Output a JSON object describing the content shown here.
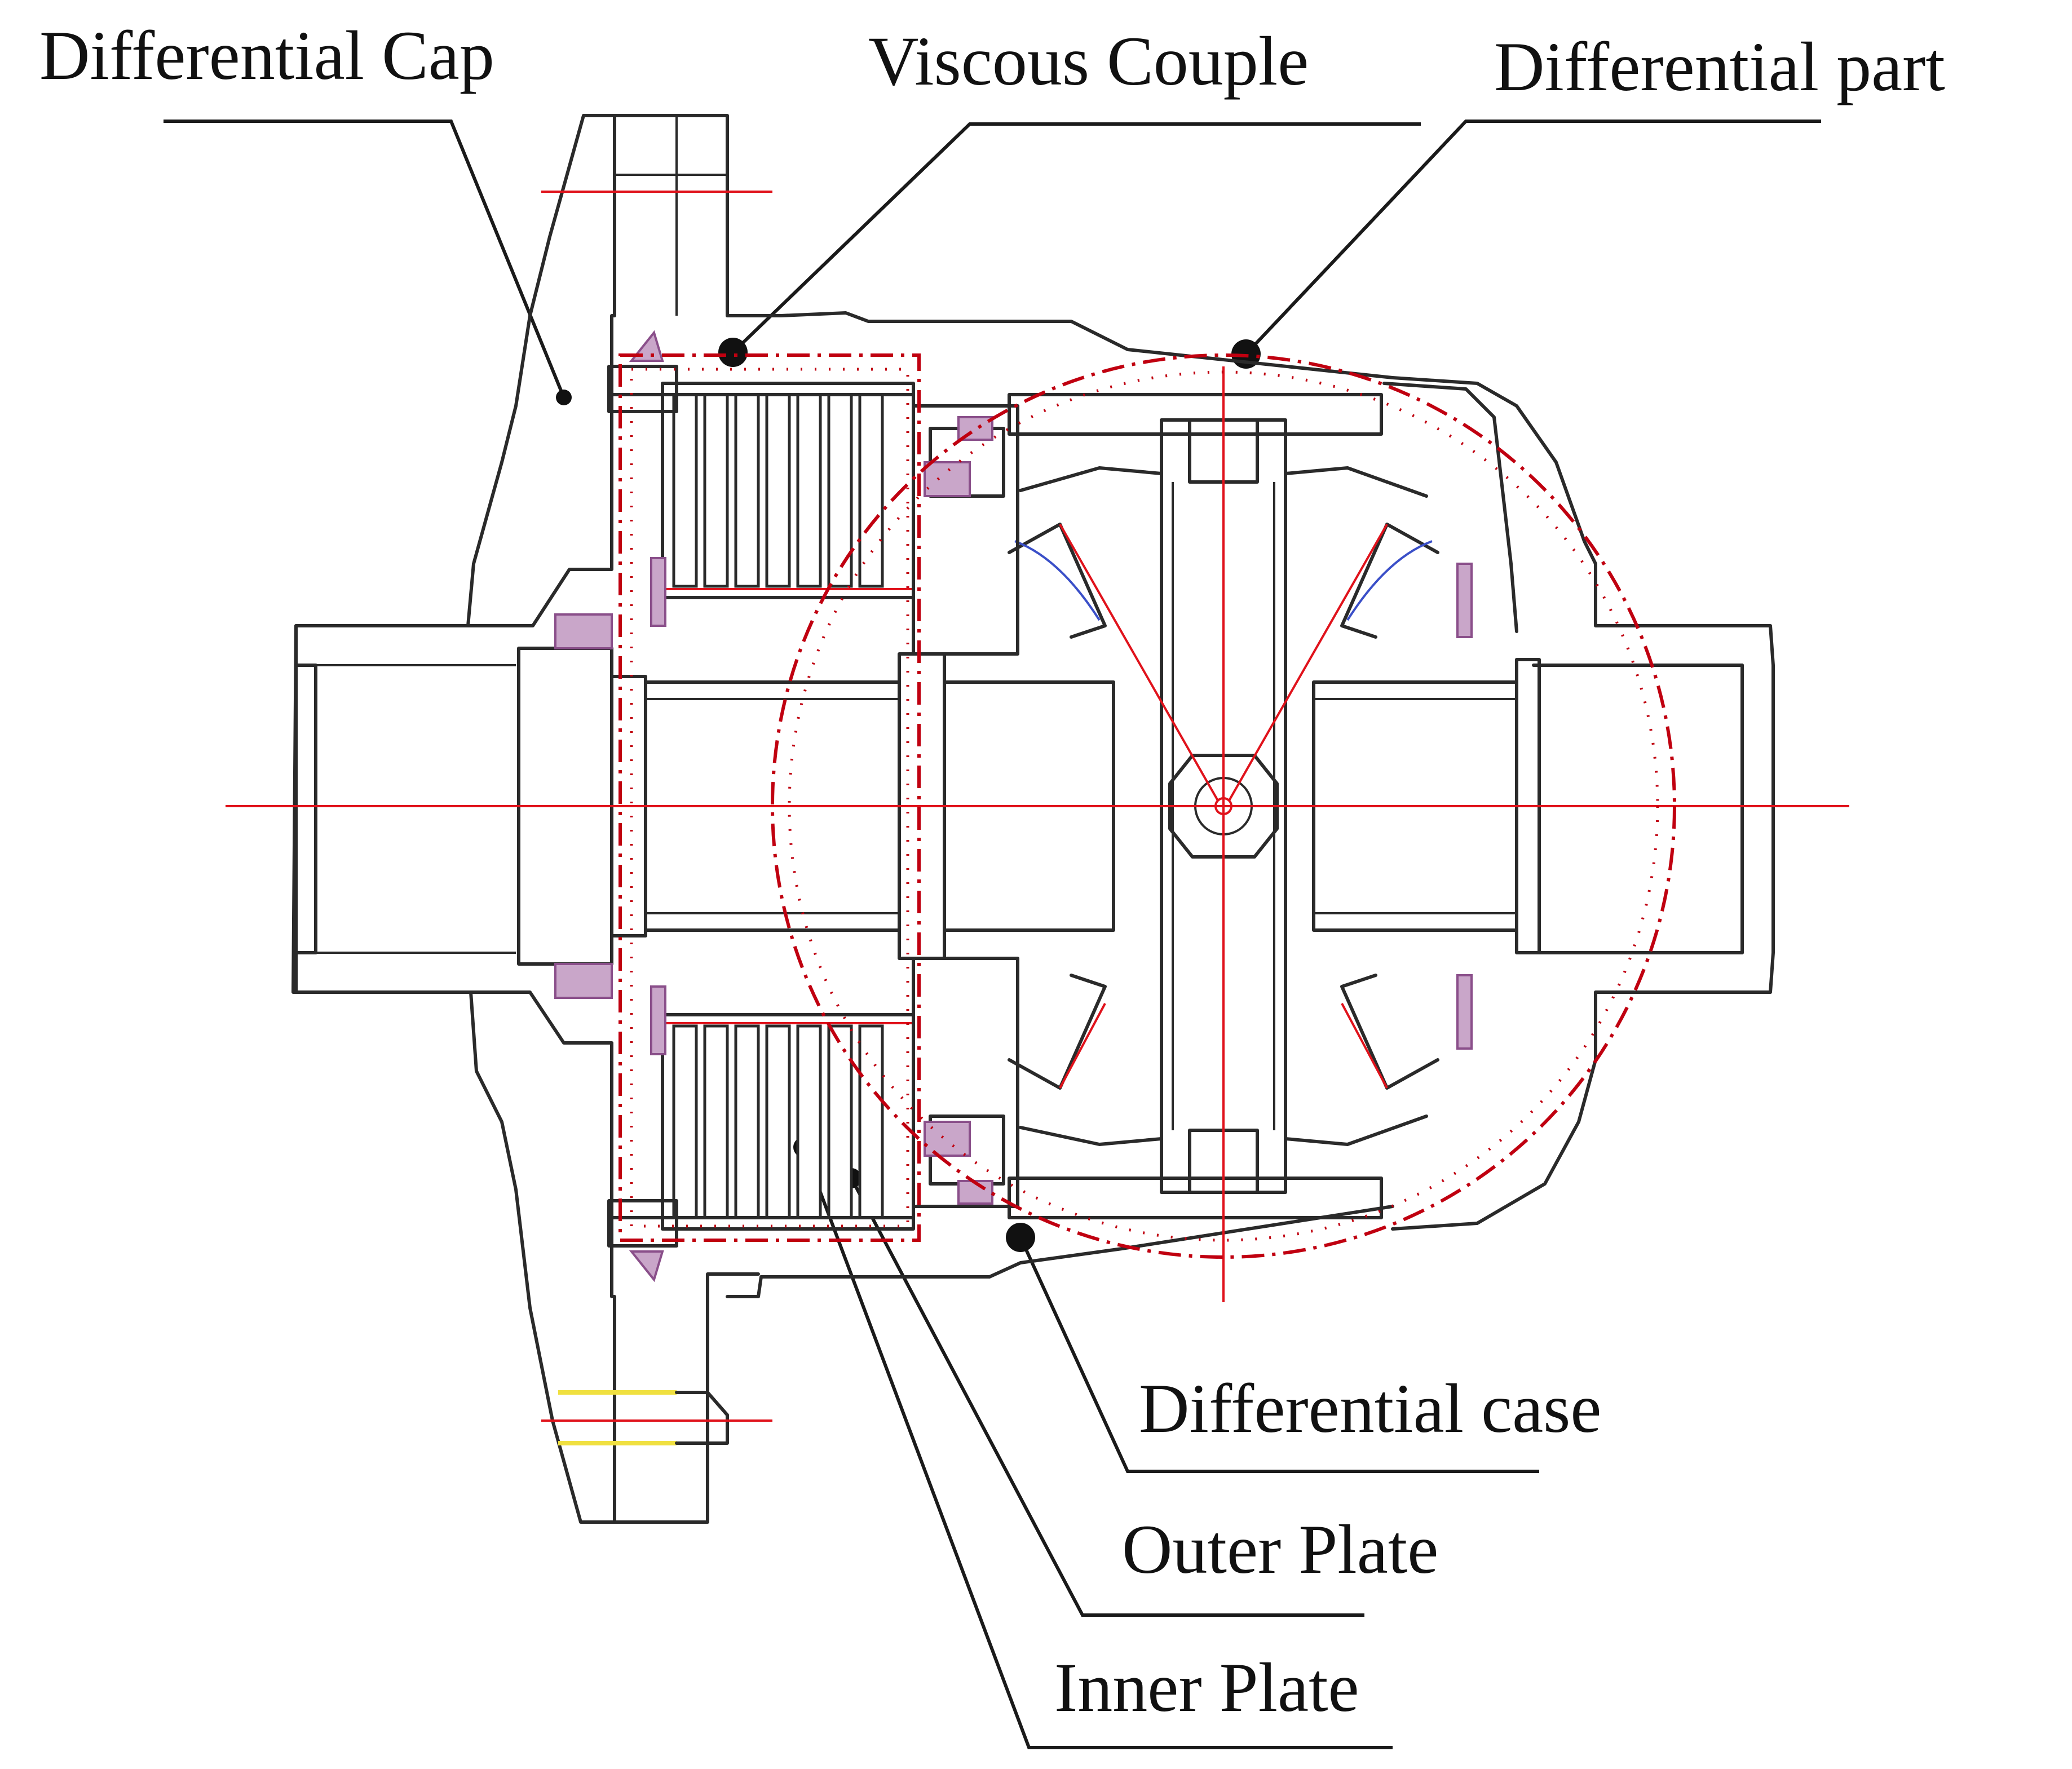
{
  "labels": {
    "differential_cap": "Differential Cap",
    "viscous_couple": "Viscous Couple",
    "differential_part": "Differential part",
    "differential_case": "Differential case",
    "outer_plate": "Outer Plate",
    "inner_plate": "Inner Plate"
  },
  "colors": {
    "outline": "#2a2a2a",
    "centerline": "#e0121b",
    "accent_purple": "#c9a6c9",
    "label_text": "#111111"
  }
}
